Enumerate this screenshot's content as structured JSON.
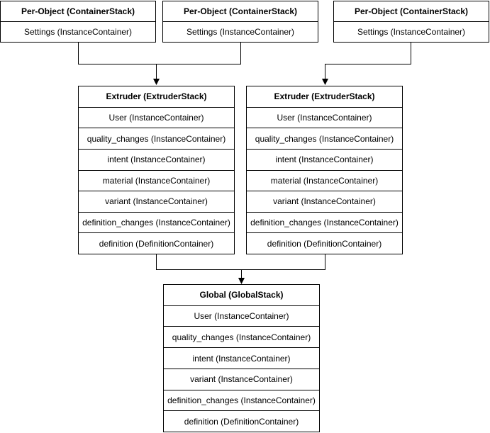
{
  "diagram": {
    "background_color": "#ffffff",
    "stroke_color": "#000000",
    "text_color": "#000000",
    "per_object_stacks": [
      {
        "title": "Per-Object (ContainerStack)",
        "rows": [
          "Settings (InstanceContainer)"
        ]
      },
      {
        "title": "Per-Object (ContainerStack)",
        "rows": [
          "Settings (InstanceContainer)"
        ]
      },
      {
        "title": "Per-Object (ContainerStack)",
        "rows": [
          "Settings (InstanceContainer)"
        ]
      }
    ],
    "extruder_stacks": [
      {
        "title": "Extruder (ExtruderStack)",
        "rows": [
          "User (InstanceContainer)",
          "quality_changes (InstanceContainer)",
          "intent (InstanceContainer)",
          "material (InstanceContainer)",
          "variant (InstanceContainer)",
          "definition_changes (InstanceContainer)",
          "definition (DefinitionContainer)"
        ]
      },
      {
        "title": "Extruder (ExtruderStack)",
        "rows": [
          "User (InstanceContainer)",
          "quality_changes (InstanceContainer)",
          "intent (InstanceContainer)",
          "material (InstanceContainer)",
          "variant (InstanceContainer)",
          "definition_changes (InstanceContainer)",
          "definition (DefinitionContainer)"
        ]
      }
    ],
    "global_stack": {
      "title": "Global (GlobalStack)",
      "rows": [
        "User (InstanceContainer)",
        "quality_changes (InstanceContainer)",
        "intent (InstanceContainer)",
        "variant (InstanceContainer)",
        "definition_changes (InstanceContainer)",
        "definition (DefinitionContainer)"
      ]
    }
  }
}
